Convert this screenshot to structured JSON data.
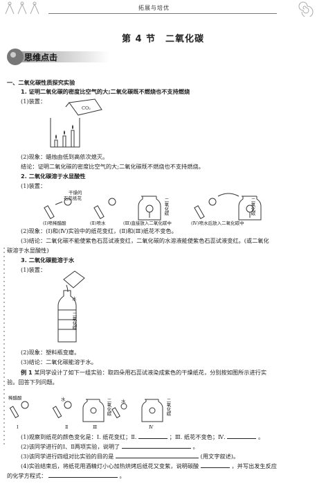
{
  "header": {
    "title": "拓展与培优"
  },
  "section_title": "第 4 节　二氧化碳",
  "badge": "思维点击",
  "part1": {
    "heading": "一、二氧化碳性质探究实验",
    "s1_title": "1. 证明二氧化碳的密度比空气的大;二氧化碳既不燃烧也不支持燃烧",
    "s1_device": "(1)装置：",
    "s1_co2_label": "CO₂",
    "s1_phen": "(2)现象：蜡烛由低到高依次熄灭。",
    "s1_concl": "结论：证明二氧化碳的密度比空气的大;二氧化碳既不燃烧也不支持燃烧。",
    "s2_title": "2. 二氧化碳溶于水显酸性",
    "s2_device": "(1)装置：",
    "s2_fig_labels": {
      "dry_paper": "干燥的",
      "dry_paper2": "石蕊纸花",
      "cap1": "(Ⅰ)喷稀醋酸",
      "cap2": "(Ⅱ)喷水",
      "cap3": "(Ⅲ)直接放入二氧化碳中",
      "cap4": "(Ⅳ)喷水后放入二氧化碳中",
      "co2_jar": "二氧化碳"
    },
    "s2_phen": "(2)现象：(Ⅰ)和(Ⅳ)实验中的纸花变红，(Ⅱ)和(Ⅲ)纸花不变色。",
    "s2_concl_a": "(3)结论：二氧化碳不能使紫色石蕊试液变红，二氧化碳的水溶液能使紫色石蕊试液变红。(或二氧化",
    "s2_concl_b": "碳溶于水显酸性)",
    "s3_title": "3. 二氧化碳能溶于水",
    "s3_device": "(1)装置：",
    "s3_water": "水",
    "s3_co2": "二氧化碳",
    "s3_phen": "(2)现象：塑料瓶变瘪。",
    "s3_concl": "(3)结论：二氧化碳能溶于水。"
  },
  "example": {
    "lead": "例 1",
    "text_a": "某同学设计了如下一组实验：取四朵用石蕊试液染成紫色的干燥纸花，分别按如图所示进行实",
    "text_b": "验。回答下列问题。",
    "fig_acid": "稀醋酸",
    "fig_water1": "水",
    "fig_water2": "水",
    "fig_co2a": "二氧化碳",
    "fig_co2b": "二氧化碳",
    "caps": [
      "Ⅰ",
      "Ⅱ",
      "Ⅲ",
      "Ⅳ"
    ],
    "q1_a": "(1)观察到纸花的颜色变化是：Ⅰ. 纸花变红；Ⅱ.",
    "q1_b": "；Ⅲ. 纸花不变色；Ⅳ.",
    "q1_c": "。",
    "q2_a": "(2)该同学进行的Ⅰ、Ⅱ两项实验，说明了",
    "q2_b": "。",
    "q3_a": "(3)该同学进行四组对比实验的目的是",
    "q3_b": "(用文字叙述)。",
    "q4_a": "(4)实验结束后，将纸花用酒精灯小心加热烘烤后纸花又变紫，说明碳酸",
    "q4_b": "，并写出发生反应",
    "q4_c": "的化学方程式：",
    "q4_d": "。"
  }
}
